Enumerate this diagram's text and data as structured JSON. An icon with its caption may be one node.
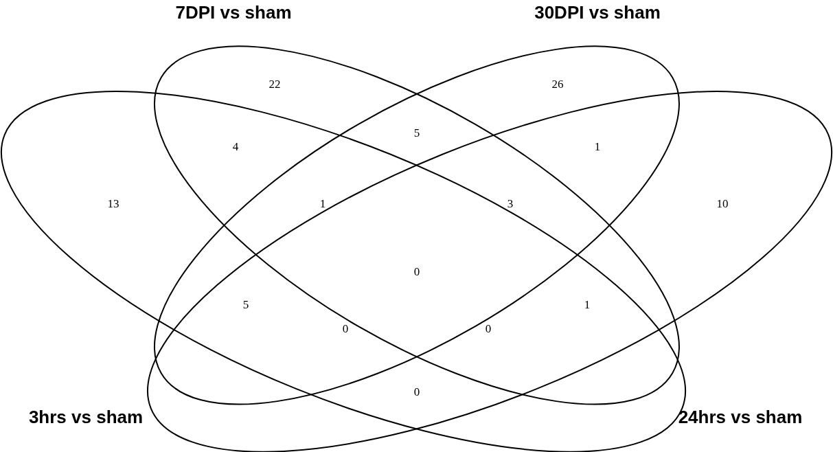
{
  "diagram": {
    "nodes": [
      {
        "text": [
          "7DPI vs sham"
        ]
      },
      {
        "text": [
          "30DPI vs sham"
        ]
      },
      {
        "text": [
          "3hrs vs sham"
        ]
      },
      {
        "text": [
          "24hrs vs sham"
        ]
      }
    ],
    "labels": [
      "22",
      "26",
      "5",
      "4",
      "1",
      "13",
      "1",
      "3",
      "10",
      "0",
      "5",
      "1",
      "0",
      "0",
      "0"
    ]
  }
}
